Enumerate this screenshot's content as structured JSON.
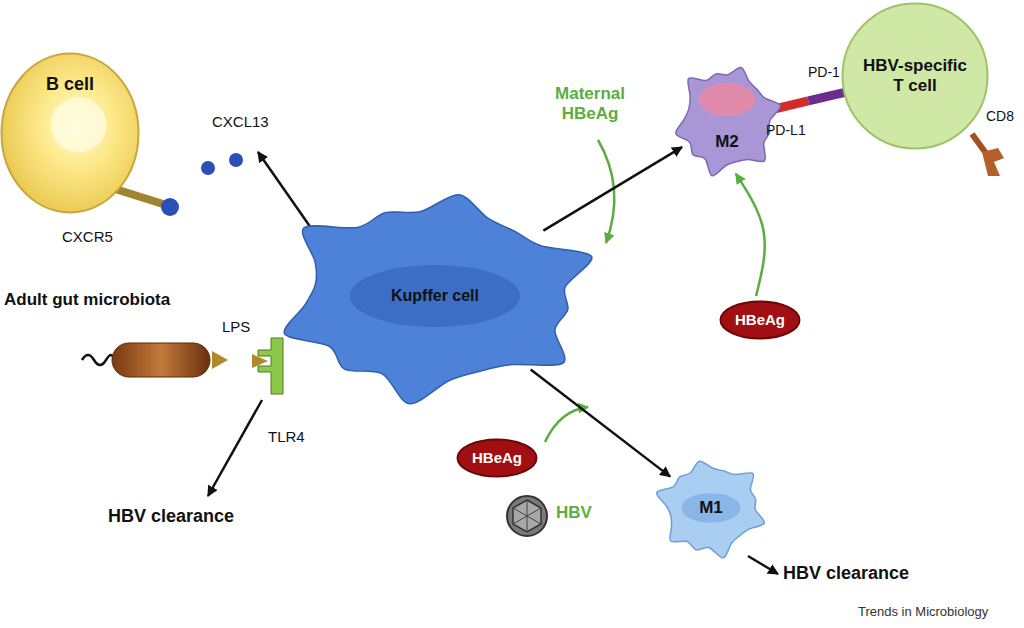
{
  "diagram": {
    "nodes": [
      {
        "text": [
          "B cell"
        ]
      },
      {
        "text": [
          "HBV-specific T cell"
        ]
      },
      {
        "text": [
          "M2"
        ]
      },
      {
        "text": [
          "Kupffer cell"
        ]
      },
      {
        "text": [
          "HBeAg"
        ]
      },
      {
        "text": [
          "HBeAg"
        ]
      },
      {
        "text": [
          "M1"
        ]
      }
    ],
    "edges": [
      {
        "from": 3,
        "to": 2,
        "arrow": "to"
      },
      {
        "from": 3,
        "to": 6,
        "arrow": "to"
      },
      {
        "from": 4,
        "to": 2,
        "arrow": "to"
      },
      {
        "from": 2,
        "to": 1,
        "arrow": "none"
      }
    ],
    "labels": [
      "CXCL13",
      "CXCR5",
      "Maternal HBeAg",
      "PD-1",
      "PD-L1",
      "CD8",
      "Adult gut microbiota",
      "LPS",
      "TLR4",
      "HBV",
      "HBV clearance",
      "HBV clearance",
      "Trends in Microbiology"
    ]
  }
}
